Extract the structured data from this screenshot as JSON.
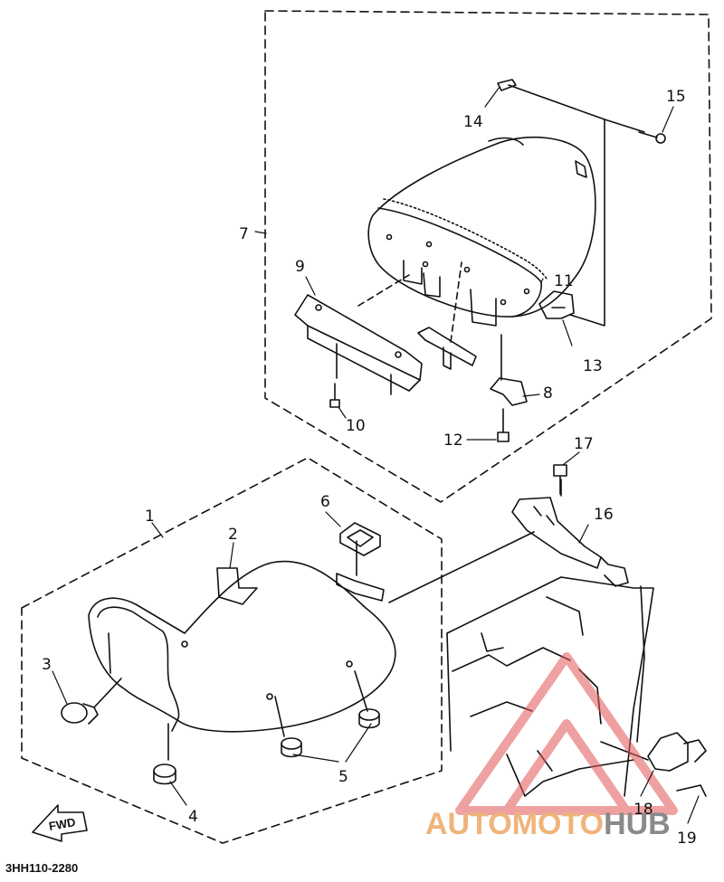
{
  "diagram": {
    "code": "3HH110-2280",
    "fwd_label": "FWD",
    "callouts": {
      "c1": "1",
      "c2": "2",
      "c3": "3",
      "c4": "4",
      "c5": "5",
      "c6": "6",
      "c7": "7",
      "c8": "8",
      "c9": "9",
      "c10": "10",
      "c11": "11",
      "c12": "12",
      "c13": "13",
      "c14": "14",
      "c15": "15",
      "c16": "16",
      "c17": "17",
      "c18": "18",
      "c19": "19"
    }
  },
  "watermark": {
    "text_color_part": "AUTOMOTO",
    "text_dark_part": "HUB",
    "color_orange": "#f0b37a",
    "color_gray": "#8a8a8a",
    "color_red": "#e25555"
  }
}
